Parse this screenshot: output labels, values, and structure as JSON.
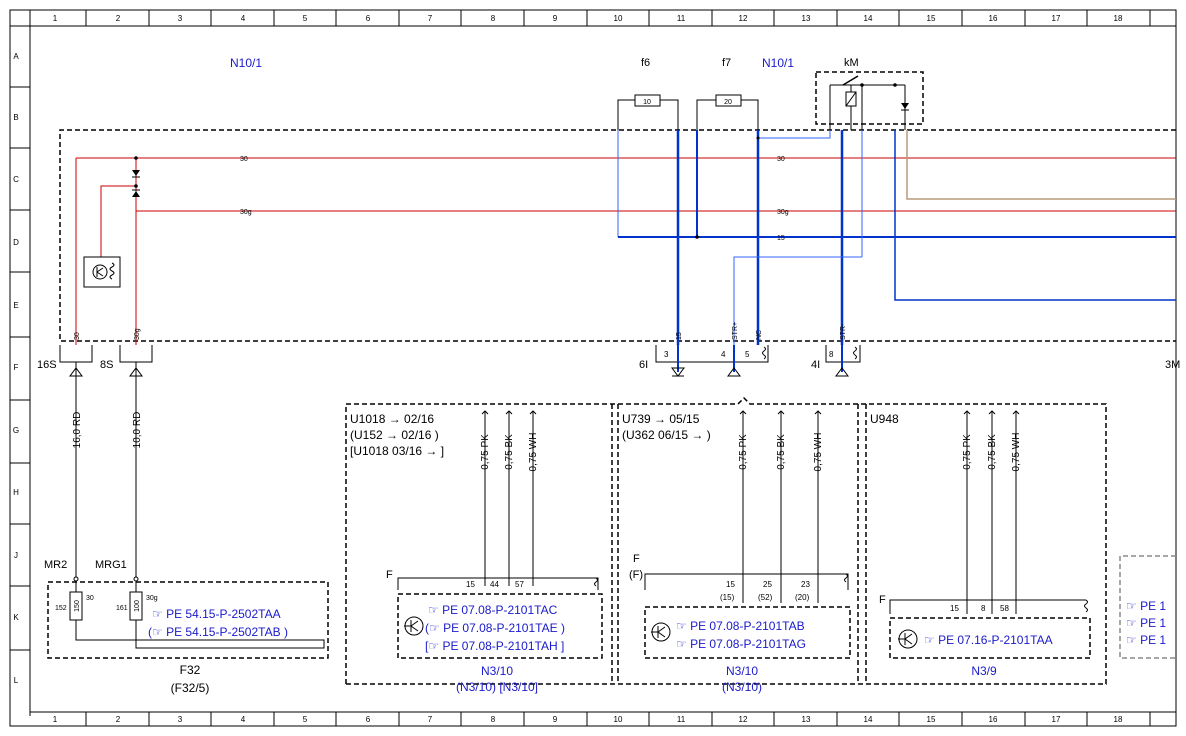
{
  "grid": {
    "columns": [
      "1",
      "2",
      "3",
      "4",
      "5",
      "6",
      "7",
      "8",
      "9",
      "10",
      "11",
      "12",
      "13",
      "14",
      "15",
      "16",
      "17",
      "18"
    ],
    "rows": [
      "A",
      "B",
      "C",
      "D",
      "E",
      "F",
      "G",
      "H",
      "J",
      "K",
      "L"
    ]
  },
  "labels": {
    "n10_1_left": "N10/1",
    "n10_1_right": "N10/1",
    "f6": "f6",
    "f7": "f7",
    "km": "kM",
    "fuse_f6_value": "10",
    "fuse_f7_value": "20",
    "bus_30_left": "30",
    "bus_30_right": "30",
    "bus_30g_left": "30g",
    "bus_30g_right": "30g",
    "bus_15": "15",
    "pin_16s": "16S",
    "pin_8s": "8S",
    "pin_6i": "6I",
    "pin_4i": "4I",
    "pin_3m": "3M",
    "wire_30": "30",
    "wire_30g": "30g",
    "wire_15": "15",
    "wire_str_plus": "STR+",
    "wire_nc": "NC",
    "wire_str_minus": "STR-",
    "pin_3": "3",
    "pin_4": "4",
    "pin_5": "5",
    "pin_8": "8",
    "wire_16rd": "16,0 RD",
    "wire_10rd": "10,0 RD",
    "mr2": "MR2",
    "mrg1": "MRG1",
    "fuse_150": "150",
    "fuse_100": "100",
    "fuse_152": "152",
    "fuse_161": "161",
    "fuse_30": "30",
    "fuse_30g": "30g",
    "f32_ref1": "PE 54.15-P-2502TAA",
    "f32_ref2": "PE 54.15-P-2502TAB",
    "f32_name": "F32",
    "f32_alt": "(F32/5)"
  },
  "n3_10_a": {
    "variant1": "U1018 → 02/16",
    "variant2": "(U152 → 02/16 )",
    "variant3": "[U1018 03/16 → ]",
    "wire1": "0,75 PK",
    "wire2": "0,75 BK",
    "wire3": "0,75 WH",
    "f": "F",
    "pin1": "15",
    "pin2": "44",
    "pin3": "57",
    "ref1": "PE 07.08-P-2101TAC",
    "ref2": "PE 07.08-P-2101TAE",
    "ref3": "PE 07.08-P-2101TAH",
    "name": "N3/10",
    "alt": "(N3/10) [N3/10]"
  },
  "n3_10_b": {
    "variant1": "U739 → 05/15",
    "variant2": "(U362   06/15 → )",
    "wire1": "0,75 PK",
    "wire2": "0,75 BK",
    "wire3": "0,75 WH",
    "f": "F",
    "f_alt": "(F)",
    "pin1": "15",
    "pin1_alt": "(15)",
    "pin2": "25",
    "pin2_alt": "(52)",
    "pin3": "23",
    "pin3_alt": "(20)",
    "ref1": "PE 07.08-P-2101TAB",
    "ref2": "PE 07.08-P-2101TAG",
    "name": "N3/10",
    "alt": "(N3/10)"
  },
  "n3_9": {
    "variant1": "U948",
    "wire1": "0,75 PK",
    "wire2": "0,75 BK",
    "wire3": "0,75 WH",
    "f": "F",
    "pin1": "15",
    "pin2": "8",
    "pin3": "58",
    "ref1": "PE 07.16-P-2101TAA",
    "name": "N3/9"
  },
  "partial_refs": [
    "PE 1",
    "PE 1",
    "PE 1"
  ],
  "colors": {
    "red": "#cc0000",
    "blue": "#0033cc",
    "light_blue": "#3366ff",
    "tan": "#b89a7a",
    "ref_blue": "#1a1acc"
  }
}
